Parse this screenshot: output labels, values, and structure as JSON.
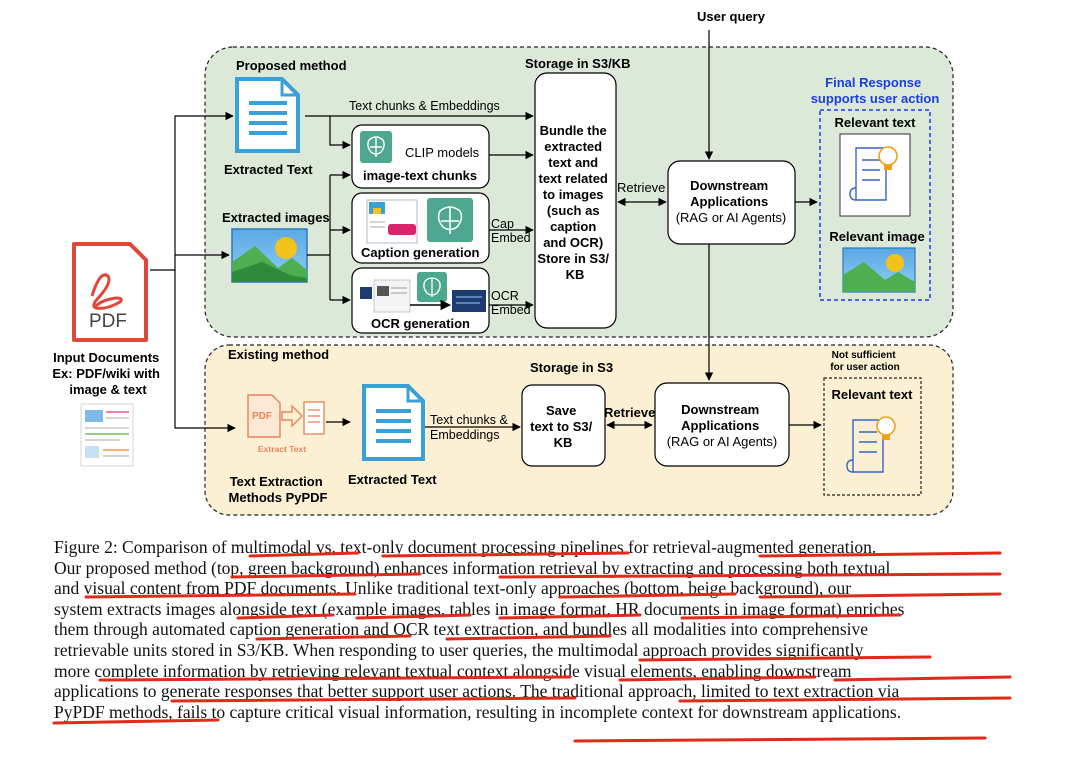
{
  "diagram": {
    "user_query": "User query",
    "storage_kb": "Storage in S3/KB",
    "final_response": [
      "Final Response",
      "supports user action"
    ],
    "proposed": {
      "title": "Proposed method",
      "extracted_text": "Extracted Text",
      "extracted_images": "Extracted images",
      "edge_text_chunks": "Text chunks & Embeddings",
      "clip_models": "CLIP models",
      "image_text_chunks": "image-text chunks",
      "caption_generation": "Caption generation",
      "cap_embed": [
        "Cap",
        "Embed"
      ],
      "ocr_generation": "OCR generation",
      "ocr_embed": [
        "OCR",
        "Embed"
      ],
      "bundle": [
        "Bundle the",
        "extracted",
        "text and",
        "text related",
        "to images",
        "(such as",
        "caption",
        "and OCR)",
        "Store in S3/",
        "KB"
      ],
      "retrieve": "Retrieve",
      "downstream": [
        "Downstream",
        "Applications",
        "(RAG or AI Agents)"
      ],
      "relevant_text": "Relevant text",
      "relevant_image": "Relevant image"
    },
    "input": {
      "pdf_label": "PDF",
      "lines": [
        "Input Documents",
        "Ex: PDF/wiki with",
        "image & text"
      ]
    },
    "existing": {
      "title": "Existing method",
      "storage": "Storage in S3",
      "not_sufficient": [
        "Not sufficient",
        "for user action"
      ],
      "extract_icon_pdf": "PDF",
      "extract_icon_label": "Extract Text",
      "text_extraction": [
        "Text Extraction",
        "Methods PyPDF"
      ],
      "extracted_text": "Extracted Text",
      "edge_text_chunks": [
        "Text chunks &",
        "Embeddings"
      ],
      "save": [
        "Save",
        "text to S3/",
        "KB"
      ],
      "retrieve": "Retrieve",
      "downstream": [
        "Downstream",
        "Applications",
        "(RAG or AI Agents)"
      ],
      "relevant_text": "Relevant text"
    },
    "colors": {
      "proposed_bg": "#dce8d8",
      "existing_bg": "#fbf0d4",
      "final_response": "#1a3fe0",
      "doc_icon": "#3aa0d8",
      "pdf_red": "#e0463a",
      "underline": "#e02a1a"
    }
  },
  "caption": {
    "lines": [
      "Figure 2: Comparison of multimodal vs. text-only document processing pipelines for retrieval-augmented generation.",
      "Our proposed method (top, green background) enhances information retrieval by extracting and processing both textual",
      "and visual content from PDF documents. Unlike traditional text-only approaches (bottom, beige background), our",
      "system extracts images alongside text (example images, tables in image format, HR documents in image format) enriches",
      "them through automated caption generation and OCR text extraction, and bundles all modalities into comprehensive",
      "retrievable units stored in S3/KB. When responding to user queries, the multimodal approach provides significantly",
      "more complete information by retrieving relevant textual context alongside visual elements, enabling downstream",
      "applications to generate responses that better support user actions. The traditional approach, limited to text extraction via",
      "PyPDF methods, fails to capture critical visual information, resulting in incomplete context for downstream applications."
    ]
  }
}
